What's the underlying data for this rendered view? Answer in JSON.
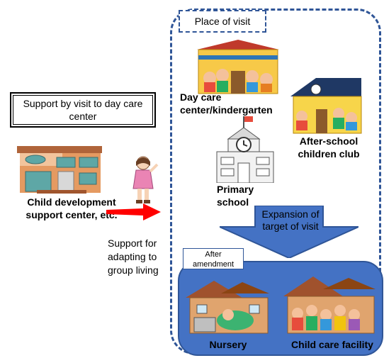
{
  "left_box": {
    "text": "Support by visit to day care center"
  },
  "center_label": "Child development support center, etc.",
  "support_label": "Support for adapting to group living",
  "visit_region": {
    "title": "Place of visit",
    "places": {
      "daycare": "Day care center/kindergarten",
      "afterschool": "After-school children club",
      "primary": "Primary school"
    },
    "expansion_label": "Expansion of target of visit"
  },
  "after_panel": {
    "tag": "After amendment",
    "nursery": "Nursery",
    "childcare": "Child care facility"
  },
  "colors": {
    "accent_blue": "#4472c4",
    "border_blue": "#2f5597",
    "arrow_red": "#ff0000"
  }
}
